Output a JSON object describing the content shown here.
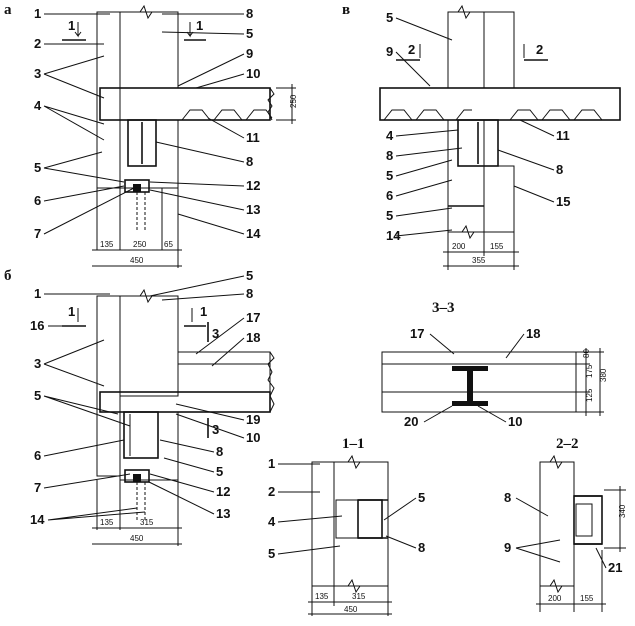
{
  "detail_titles": {
    "a": "а",
    "b": "б",
    "v": "в"
  },
  "section_titles": {
    "s11": "1–1",
    "s22": "2–2",
    "s33": "3–3"
  },
  "section_marks": {
    "one": "1",
    "two": "2",
    "three": "3"
  },
  "callouts_a": {
    "left": [
      "1",
      "2",
      "3",
      "4",
      "5",
      "6",
      "7"
    ],
    "right": [
      "8",
      "5",
      "9",
      "10",
      "11",
      "8",
      "12",
      "13",
      "14"
    ]
  },
  "callouts_v": {
    "left": [
      "5",
      "9",
      "4",
      "8",
      "5",
      "6",
      "5",
      "14"
    ],
    "right": [
      "11",
      "8",
      "15"
    ]
  },
  "callouts_b": {
    "left": [
      "1",
      "16",
      "3",
      "5",
      "6",
      "7",
      "14"
    ],
    "right": [
      "5",
      "8",
      "17",
      "18",
      "19",
      "10",
      "8",
      "5",
      "12",
      "13"
    ]
  },
  "callouts_s33": [
    "17",
    "18",
    "20",
    "10"
  ],
  "callouts_s11": {
    "left": [
      "1",
      "2",
      "4",
      "5"
    ],
    "right": [
      "5",
      "8"
    ]
  },
  "callouts_s22": [
    "8",
    "9",
    "21"
  ],
  "dims": {
    "a": {
      "parts": [
        "135",
        "250",
        "65"
      ],
      "total": "450",
      "slab": "250"
    },
    "v": {
      "parts": [
        "200",
        "155"
      ],
      "total": "355"
    },
    "b": {
      "parts": [
        "135",
        "315"
      ],
      "total": "450"
    },
    "s33": {
      "layers": [
        "80",
        "175",
        "125"
      ],
      "total": "380"
    },
    "s11": {
      "parts": [
        "135",
        "315"
      ],
      "total": "450"
    },
    "s22": {
      "parts": [
        "200",
        "155"
      ],
      "vertical": "340"
    }
  },
  "colors": {
    "ink": "#111111",
    "hatch": "#222222",
    "insulation": "#bdbdbd",
    "background": "#ffffff"
  }
}
